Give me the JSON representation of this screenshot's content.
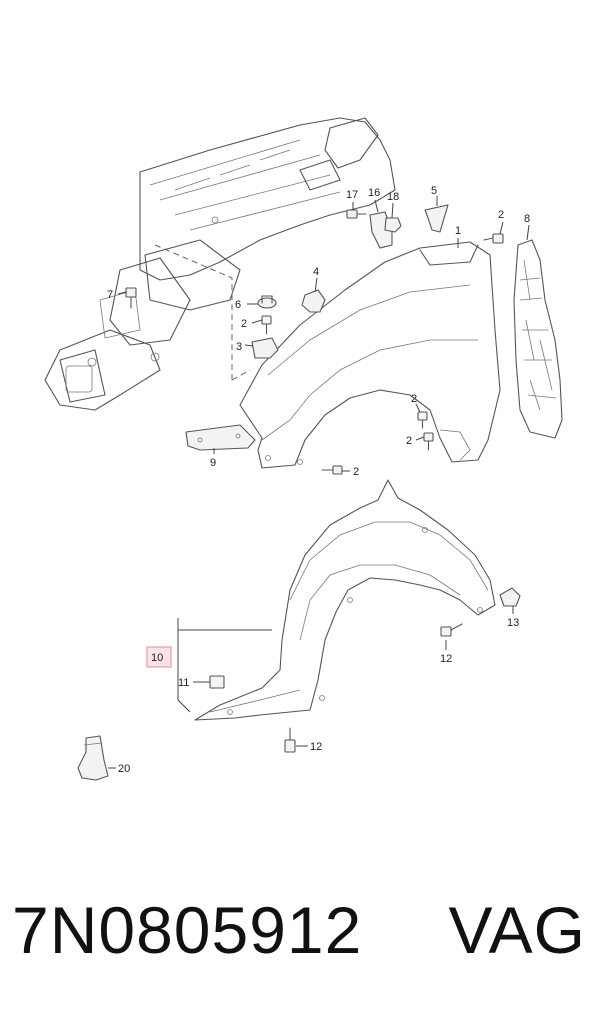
{
  "diagram": {
    "callouts": {
      "c1": "1",
      "c2a": "2",
      "c2b": "2",
      "c2c": "2",
      "c2d": "2",
      "c2e": "2",
      "c3": "3",
      "c4": "4",
      "c5": "5",
      "c6": "6",
      "c7": "7",
      "c8": "8",
      "c9": "9",
      "c10": "10",
      "c11": "11",
      "c12a": "12",
      "c12b": "12",
      "c13": "13",
      "c16": "16",
      "c17": "17",
      "c18": "18",
      "c20": "20"
    }
  },
  "footer": {
    "part_number": "7N0805912",
    "brand": "VAG"
  }
}
